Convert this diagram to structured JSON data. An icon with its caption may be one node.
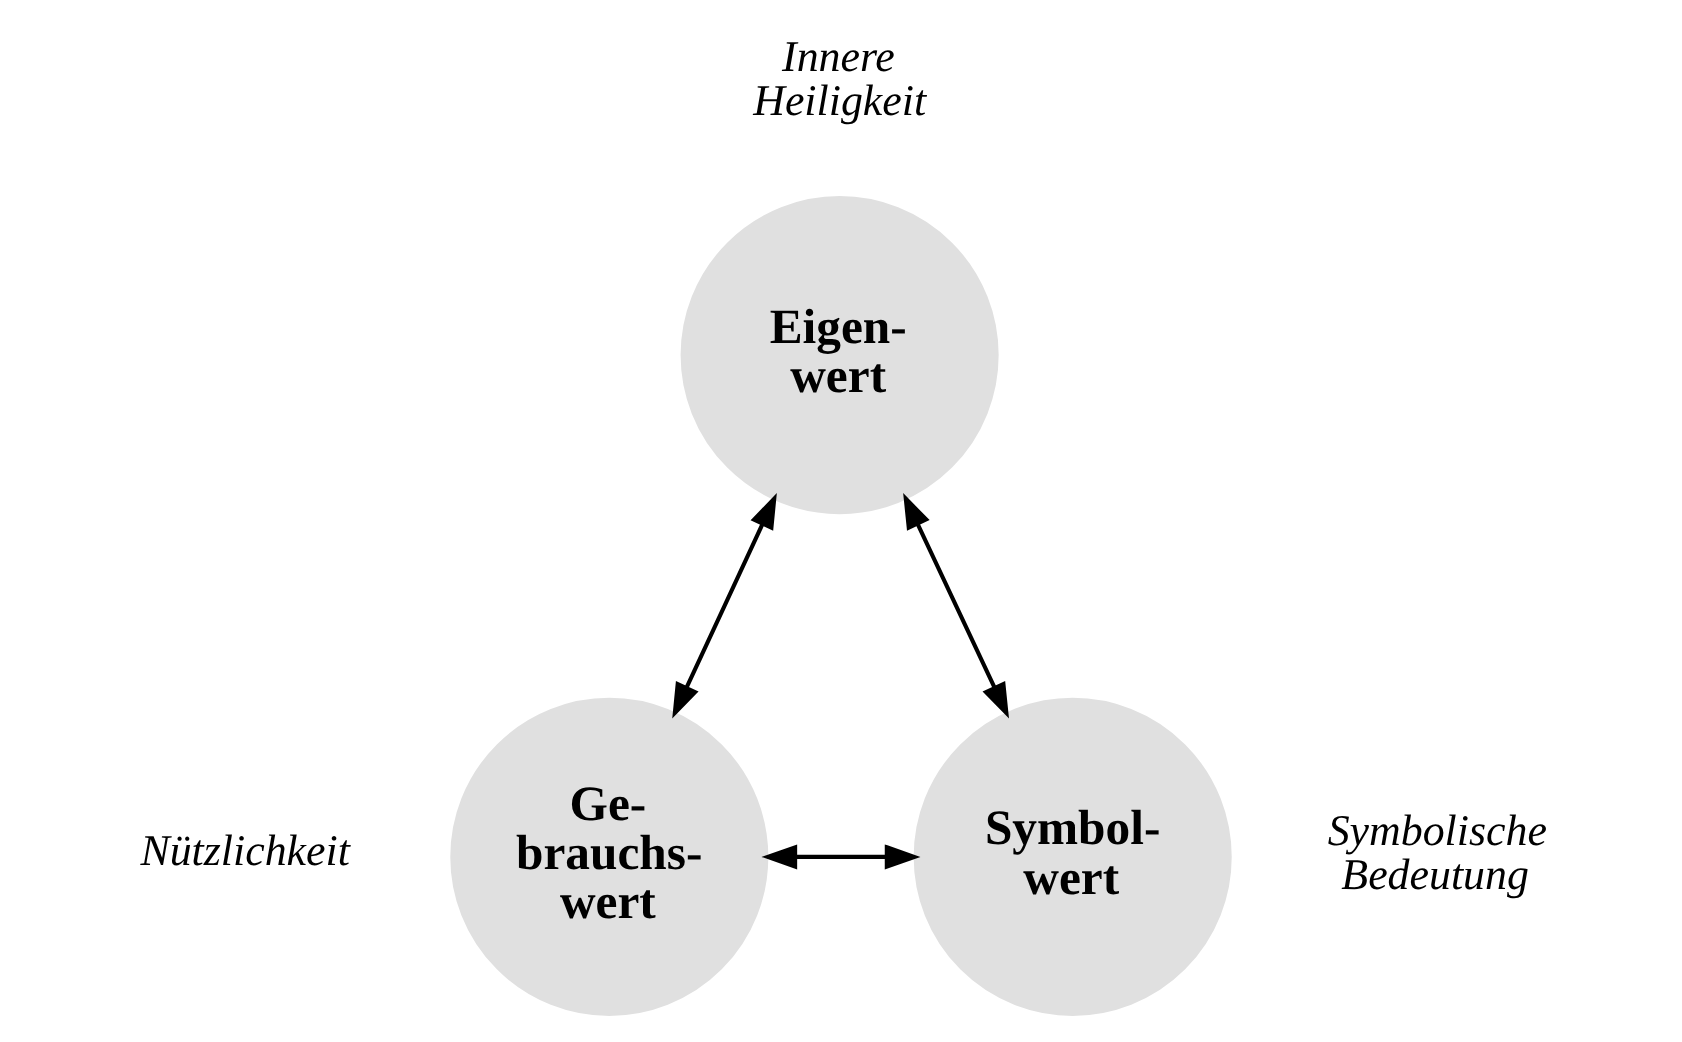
{
  "diagram": {
    "nodes": [
      {
        "text": [
          "Eigen- wert"
        ],
        "beside": [
          "Innere Heiligkeit"
        ]
      },
      {
        "text": [
          "Ge- brauchs- wert"
        ],
        "beside": [
          "Nützlichkeit"
        ]
      },
      {
        "text": [
          "Symbol- wert"
        ],
        "beside": [
          "Symbolische Bedeutung"
        ]
      }
    ],
    "edges": [
      {
        "from": 1,
        "to": 0,
        "arrow": "both"
      },
      {
        "from": 0,
        "to": 2,
        "arrow": "both"
      },
      {
        "from": 1,
        "to": 2,
        "arrow": "both"
      }
    ]
  }
}
